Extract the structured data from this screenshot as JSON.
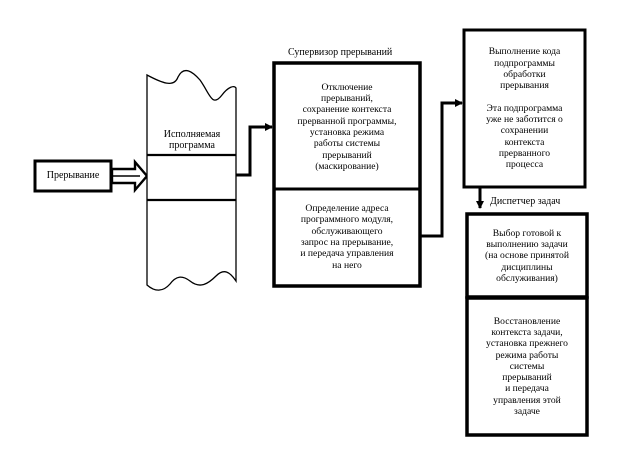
{
  "diagram": {
    "interrupt": "Прерывание",
    "program": "Исполняемая\nпрограмма",
    "supervisor_title": "Супервизор прерываний",
    "supervisor_step1": "Отключение\nпрерываний,\nсохранение контекста\nпрерванной программы,\nустановка режима\nработы системы\nпрерываний\n(маскирование)",
    "supervisor_step2": "Определение адреса\nпрограммного модуля,\nобслуживающего\nзапрос на прерывание,\nи передача управления\nна него",
    "handler": "Выполнение кода\nподпрограммы\nобработки\nпрерывания\n\nЭта подпрограмма\nуже не заботится о\nсохранении\nконтекста\nпрерванного\nпроцесса",
    "dispatcher_title": "Диспетчер задач",
    "dispatcher_step1": "Выбор готовой к\nвыполнению задачи\n(на основе принятой\nдисциплины\nобслуживания)",
    "dispatcher_step2": "Восстановление\nконтекста задачи,\nустановка прежнего\nрежима работы\nсистемы\nпрерываний\nи передача\nуправления этой\nзадаче"
  }
}
